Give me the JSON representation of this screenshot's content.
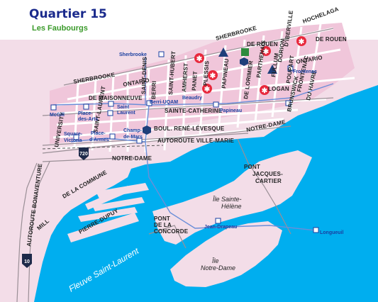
{
  "header": {
    "title": "Quartier 15",
    "subtitle": "Les Faubourgs"
  },
  "colors": {
    "land": "#f3dde8",
    "district": "#f0c6da",
    "water": "#00aeef",
    "metro_line": "#6b8ed8",
    "title": "#1a2a8c",
    "subtitle": "#3a9a2a",
    "hospital": "#e8283c",
    "triangle": "#1e3f7a",
    "square": "#2e8b3e",
    "hexagon": "#1e3f7a"
  },
  "streets": {
    "hochelaga": "HOCHELAGA",
    "sherbrooke_n": "SHERBROOKE",
    "sherbrooke_w": "SHERBROOKE",
    "ontario_w": "ONTARIO",
    "ontario_e": "ONTARIO",
    "maisonneuve": "DE MAISONNEUVE",
    "sainte_catherine": "SAINTE-CATHERINE",
    "rene_levesque": "BOUL. RENÉ-LÉVESQUE",
    "autoroute_ville_marie": "AUTOROUTE VILLE-MARIE",
    "notre_dame_e": "NOTRE-DAME",
    "notre_dame_w": "NOTRE-DAME",
    "de_la_commune": "DE LA COMMUNE",
    "mill": "MILL",
    "pierre_dupuy": "PIERRE-DUPUY",
    "bonaventure": "AUTOROUTE BONAVENTURE",
    "university": "UNIVERSITY",
    "saint_laurent": "SAINT-LAURENT",
    "saint_denis": "SAINT-DENIS",
    "berri": "BERRI",
    "saint_hubert": "SAINT-HUBERT",
    "amherst": "AMHERST",
    "panet": "PANET",
    "plessis": "PLESSIS",
    "papineau": "PAPINEAU",
    "de_lorimier": "DE LORIMIER",
    "parthenais": "PARTHENAIS",
    "fullum": "FULLUM",
    "dorion": "DORION",
    "iberville": "D'IBERVILLE",
    "poupart": "POUPART",
    "brunswick": "BRUNSWICK",
    "de_rouen_1": "DE ROUEN",
    "de_rouen_2": "DE ROUEN",
    "logan": "LOGAN",
    "frontenac_st": "FRONTENAC",
    "du_havre": "DU HAVRE"
  },
  "stations": {
    "sherbrooke": "Sherbrooke",
    "berri_uqam": "Berri-UQAM",
    "beaudry": "Beaudry",
    "papineau": "Papineau",
    "frontenac": "Frontenac",
    "mcgill": "McGill",
    "place_des_arts_1": "Place-",
    "place_des_arts_2": "des-Arts",
    "saint_laurent_1": "Saint",
    "saint_laurent_2": "Laurent",
    "square_victoria_1": "Square-",
    "square_victoria_2": "Victoria",
    "place_d_armes_1": "Place-",
    "place_d_armes_2": "d'Armes",
    "champ_de_mars_1": "Champ-",
    "champ_de_mars_2": "de-Mars",
    "jean_drapeau": "Jean-Drapeau",
    "longueuil": "Longueuil"
  },
  "places": {
    "pont_jc_1": "PONT",
    "pont_jc_2": "JACQUES-",
    "pont_jc_3": "CARTIER",
    "pont_concorde_1": "PONT",
    "pont_concorde_2": "DE LA",
    "pont_concorde_3": "CONCORDE",
    "ile_ste_helene_1": "Île Sainte-",
    "ile_ste_helene_2": "Hélène",
    "ile_notre_dame_1": "Île",
    "ile_notre_dame_2": "Notre-Dame",
    "fleuve": "Fleuve Saint-Laurent"
  },
  "highway_shields": {
    "a720": "720",
    "a10": "10"
  }
}
